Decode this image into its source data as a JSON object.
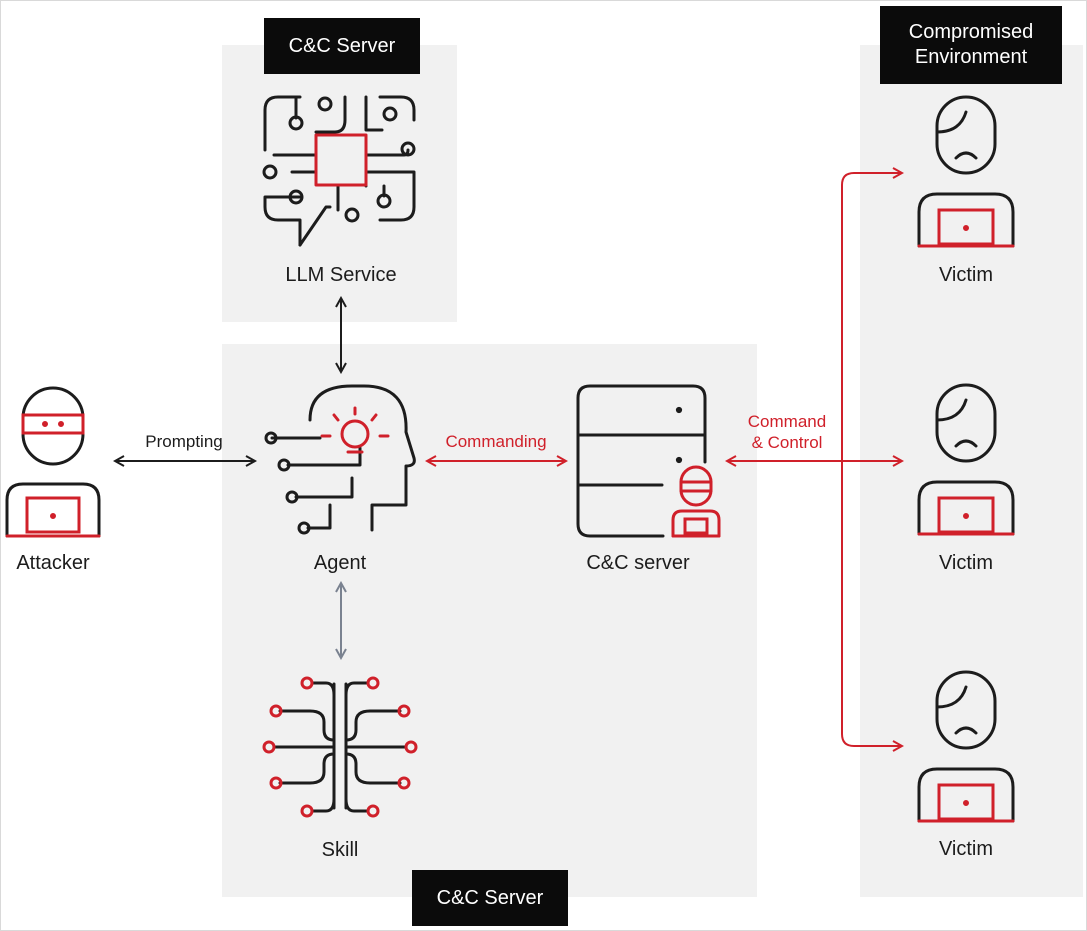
{
  "colors": {
    "accent": "#d0202a",
    "ink": "#1c1c1c",
    "panel": "#f1f1f1",
    "tag_bg": "#0b0b0b",
    "skill_arrow": "#7a8290"
  },
  "regions": {
    "llm_panel_tag": "C&C Server",
    "main_panel_tag": "C&C Server",
    "env_panel_tag_line1": "Compromised",
    "env_panel_tag_line2": "Environment"
  },
  "nodes": {
    "llm": {
      "label": "LLM Service",
      "icon": "chip-brain-icon"
    },
    "attacker": {
      "label": "Attacker",
      "icon": "masked-user-laptop-icon"
    },
    "agent": {
      "label": "Agent",
      "icon": "ai-head-lightbulb-icon"
    },
    "cc_server": {
      "label": "C&C server",
      "icon": "server-rack-icon"
    },
    "skill": {
      "label": "Skill",
      "icon": "skill-tree-icon"
    },
    "victims": [
      {
        "label": "Victim",
        "icon": "sad-user-laptop-icon"
      },
      {
        "label": "Victim",
        "icon": "sad-user-laptop-icon"
      },
      {
        "label": "Victim",
        "icon": "sad-user-laptop-icon"
      }
    ]
  },
  "edges": {
    "prompting": "Prompting",
    "commanding": "Commanding",
    "command_control_line1": "Command",
    "command_control_line2": "& Control"
  }
}
